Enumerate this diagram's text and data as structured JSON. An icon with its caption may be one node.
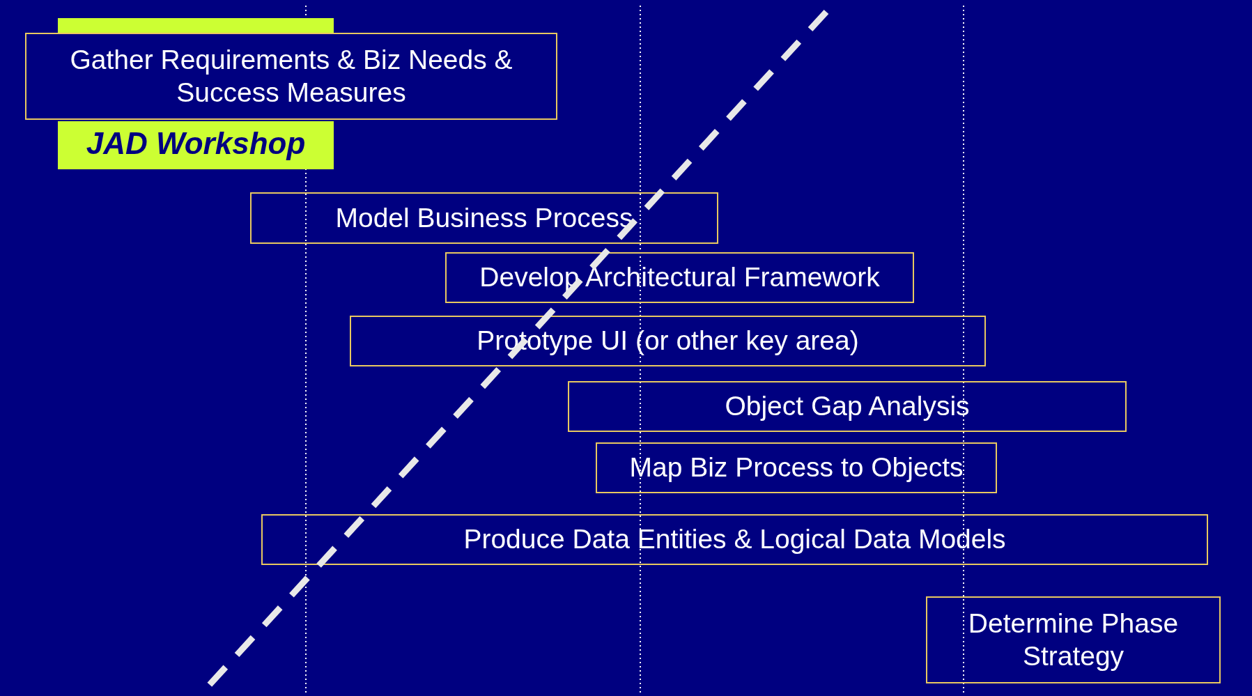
{
  "diagram": {
    "nodes": [
      {
        "text": [
          "Gather Requirements & Biz Needs & Success Measures"
        ]
      },
      {
        "text": [
          "JAD Workshop"
        ]
      },
      {
        "text": [
          "Model Business Process"
        ]
      },
      {
        "text": [
          "Develop Architectural Framework"
        ]
      },
      {
        "text": [
          "Prototype UI (or other key area)"
        ]
      },
      {
        "text": [
          "Object Gap Analysis"
        ]
      },
      {
        "text": [
          "Map Biz Process to Objects"
        ]
      },
      {
        "text": [
          "Produce Data Entities & Logical Data Models"
        ]
      },
      {
        "text": [
          "Determine Phase Strategy"
        ]
      }
    ],
    "edges": []
  }
}
